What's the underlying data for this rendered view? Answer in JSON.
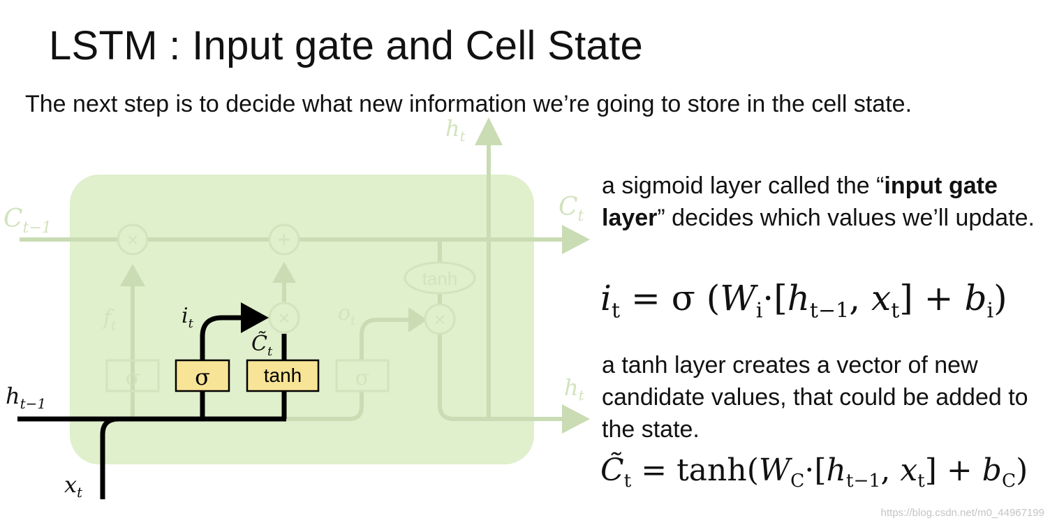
{
  "title": "LSTM : Input gate and Cell State",
  "subtitle": "The next step is to decide what new information we’re going to store in the cell state.",
  "diagram": {
    "labels": {
      "c_prev": "C",
      "c_prev_sub": "t−1",
      "c_t": "C",
      "c_t_sub": "t",
      "h_top": "h",
      "h_top_sub": "t",
      "h_right": "h",
      "h_right_sub": "t",
      "h_prev": "h",
      "h_prev_sub": "t−1",
      "x_t": "x",
      "x_t_sub": "t",
      "f_t": "f",
      "f_t_sub": "t",
      "i_t": "i",
      "i_t_sub": "t",
      "o_t": "o",
      "o_t_sub": "t",
      "c_tilde": "C̃",
      "c_tilde_sub": "t",
      "sigma": "σ",
      "tanh": "tanh",
      "times": "×",
      "plus": "+"
    },
    "colors": {
      "cell_bg": "#e0efcc",
      "faded": "#c9dcb3",
      "active": "#000000",
      "gate_fill": "#f8e496"
    }
  },
  "description": {
    "input_gate_prefix": "a sigmoid layer called the “",
    "input_gate_bold": "input gate layer",
    "input_gate_suffix": "” decides which values we’ll update.",
    "tanh_text": "a tanh layer creates a vector of new candidate values, that could be added to the state."
  },
  "equations": {
    "input_gate": {
      "lhs": "i",
      "lhs_sub": "t",
      "eq": " = σ (",
      "w": "W",
      "w_sub": "i",
      "dot": "·[",
      "h": "h",
      "h_sub": "t−1",
      "comma": ", ",
      "x": "x",
      "x_sub": "t",
      "close": "]  +  ",
      "b": "b",
      "b_sub": "i",
      "end": ")"
    },
    "candidate": {
      "lhs": "C̃",
      "lhs_sub": "t",
      "eq": " = tanh(",
      "w": "W",
      "w_sub": "C",
      "dot": "·[",
      "h": "h",
      "h_sub": "t−1",
      "comma": ", ",
      "x": "x",
      "x_sub": "t",
      "close": "]  +  ",
      "b": "b",
      "b_sub": "C",
      "end": ")"
    }
  },
  "watermark": "https://blog.csdn.net/m0_44967199"
}
